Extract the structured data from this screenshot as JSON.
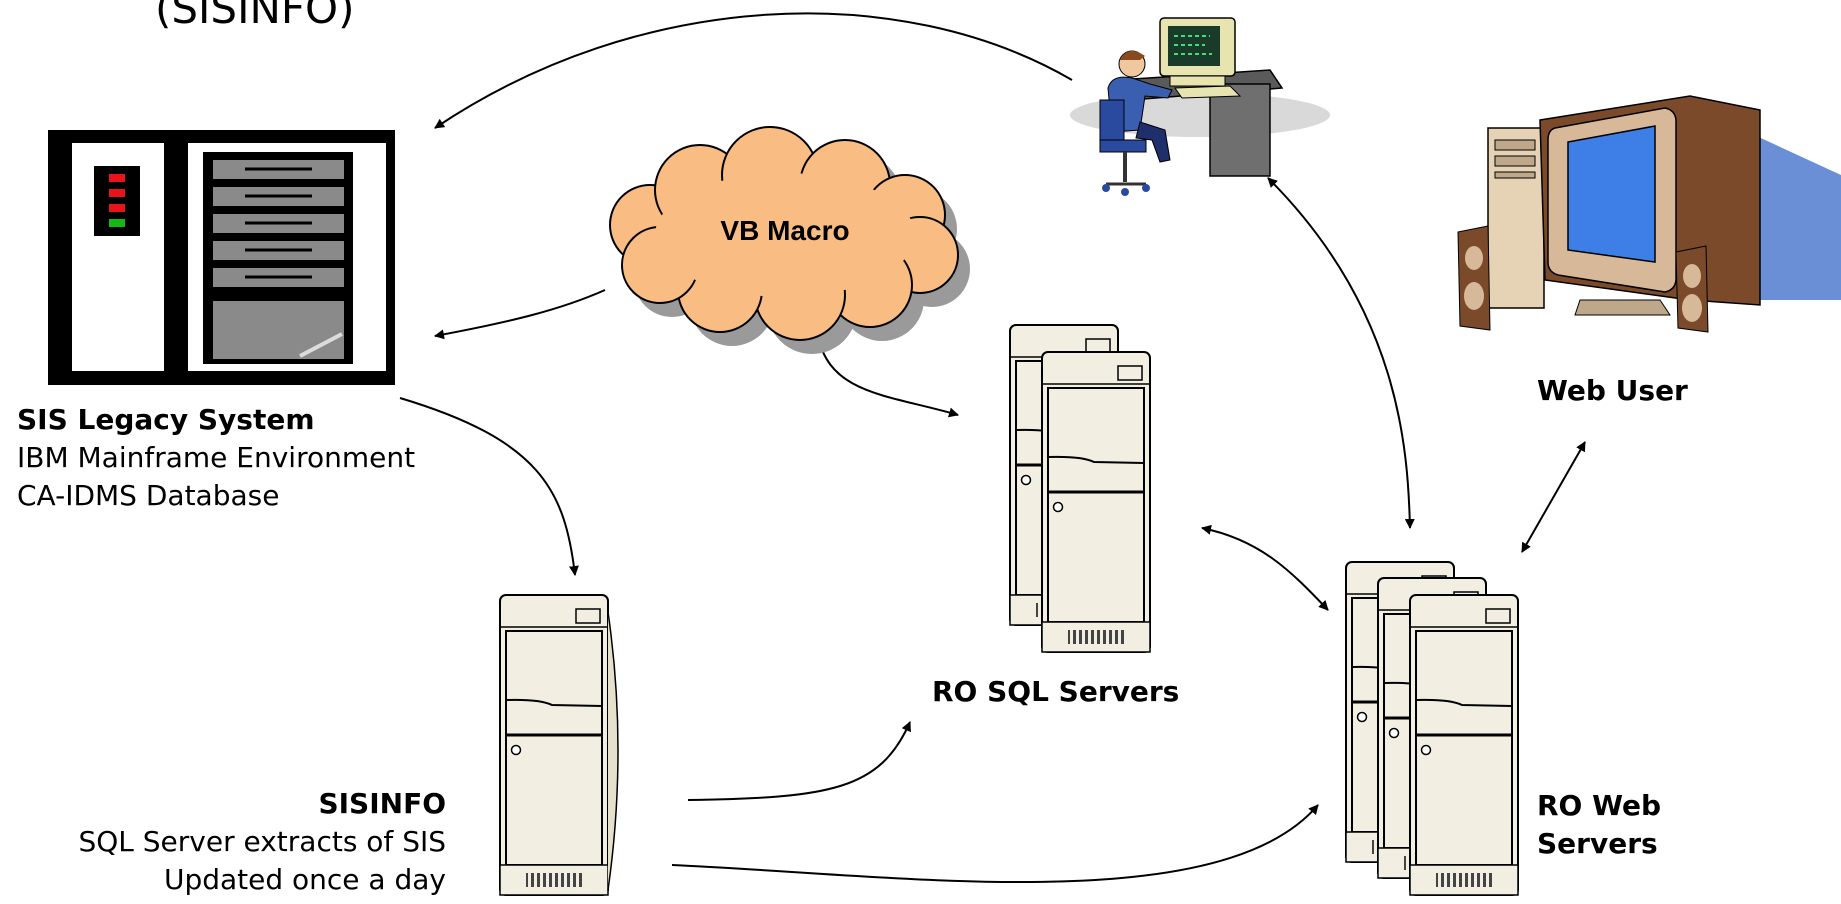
{
  "title_fragment": "(SISINFO)",
  "cloud": {
    "label": "VB Macro"
  },
  "legacy": {
    "name": "SIS Legacy System",
    "line1": "IBM Mainframe Environment",
    "line2": "CA-IDMS Database"
  },
  "sisinfo": {
    "name": "SISINFO",
    "line1": "SQL Server extracts of SIS",
    "line2": "Updated once a day"
  },
  "sql_servers": {
    "label": "RO SQL Servers"
  },
  "web_servers": {
    "label_line1": "RO Web",
    "label_line2": "Servers"
  },
  "web_user": {
    "label": "Web User"
  },
  "colors": {
    "cloud_fill": "#f9bd83",
    "monitor_screen": "#3d7fe6",
    "server_body": "#f2efe2",
    "led_red": "#e8141a",
    "led_green": "#14b814"
  }
}
